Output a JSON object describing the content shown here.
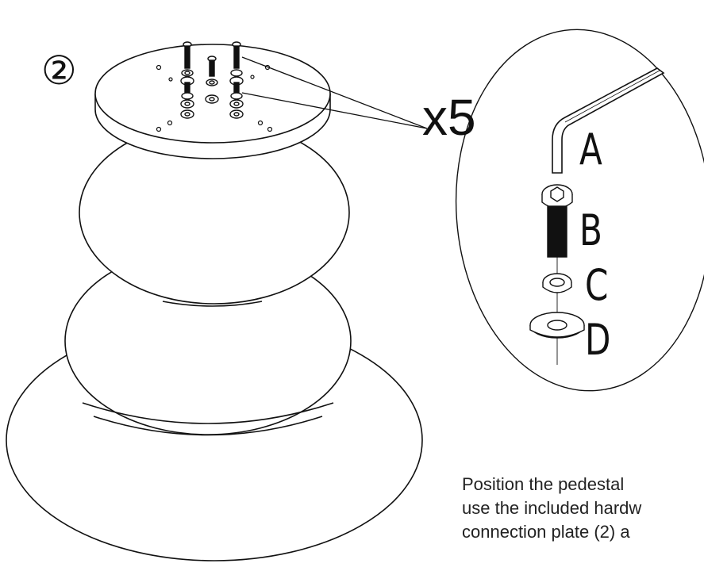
{
  "step": {
    "number_glyph": "②"
  },
  "quantity_label": "x5",
  "parts": [
    {
      "letter": "A",
      "name": "allen-key"
    },
    {
      "letter": "B",
      "name": "bolt"
    },
    {
      "letter": "C",
      "name": "spring-washer"
    },
    {
      "letter": "D",
      "name": "flat-washer"
    }
  ],
  "instructions": {
    "lines": [
      "Position the pedestal",
      "use the included hardw",
      "connection plate (2) a"
    ]
  },
  "colors": {
    "line": "#111111",
    "background": "#ffffff",
    "text": "#222222"
  }
}
